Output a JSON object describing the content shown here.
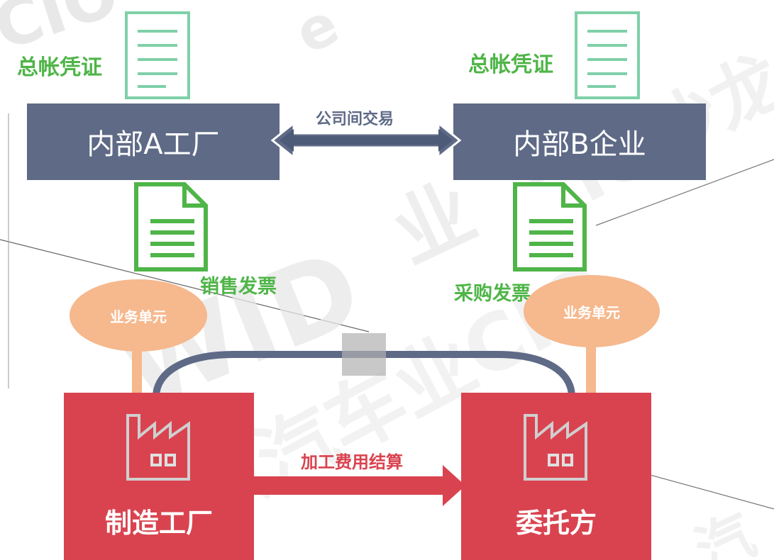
{
  "top": {
    "ledger_left": "总帐凭证",
    "ledger_right": "总帐凭证",
    "unit_a": "内部A工厂",
    "unit_b": "内部B企业",
    "exchange": "公司间交易"
  },
  "middle": {
    "sales_invoice": "销售发票",
    "purchase_invoice": "采购发票",
    "business_unit_left": "业务单元",
    "business_unit_right": "业务单元"
  },
  "bottom": {
    "factory_left": "制造工厂",
    "factory_right": "委托方",
    "settlement": "加工费用结算"
  },
  "colors": {
    "dark_box": "#5e6a86",
    "red_box": "#d9434f",
    "green_text": "#4fb548",
    "ellipse": "#f6b88d"
  },
  "watermark": [
    "CIO",
    "e",
    "WID",
    "业",
    "CIO沙龙",
    "华东汽车业CIO",
    "e",
    "汽"
  ]
}
